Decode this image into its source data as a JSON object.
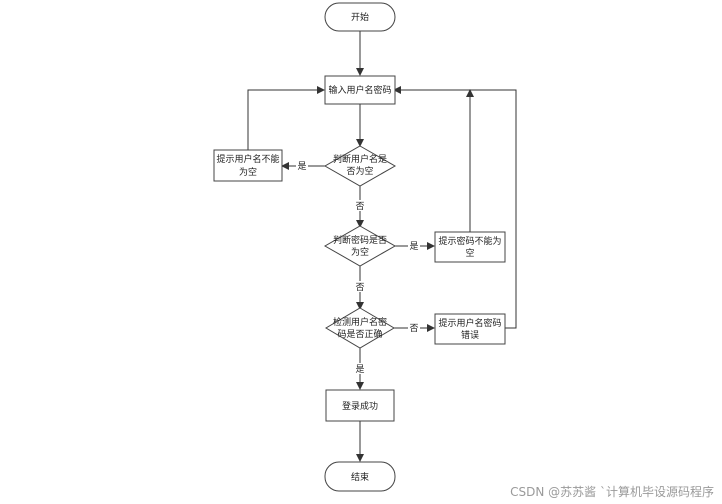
{
  "nodes": {
    "start": {
      "text": "开始"
    },
    "input": {
      "text": "输入用户名密码"
    },
    "check_user": {
      "line1": "判断用户名是",
      "line2": "否为空"
    },
    "tip_user": {
      "line1": "提示用户名不能",
      "line2": "为空"
    },
    "check_pwd": {
      "line1": "判断密码是否",
      "line2": "为空"
    },
    "tip_pwd": {
      "line1": "提示密码不能为",
      "line2": "空"
    },
    "verify": {
      "line1": "检测用户名密",
      "line2": "码是否正确"
    },
    "tip_wrong": {
      "line1": "提示用户名密码",
      "line2": "错误"
    },
    "success": {
      "text": "登录成功"
    },
    "end": {
      "text": "结束"
    }
  },
  "edges": {
    "user_empty_yes": "是",
    "user_empty_no": "否",
    "pwd_empty_yes": "是",
    "pwd_empty_no": "否",
    "verify_no": "否",
    "verify_yes": "是"
  },
  "watermark": "CSDN @苏苏酱  `计算机毕设源码程序",
  "colors": {
    "stroke": "#444444",
    "fill": "#ffffff",
    "edge": "#333333"
  }
}
